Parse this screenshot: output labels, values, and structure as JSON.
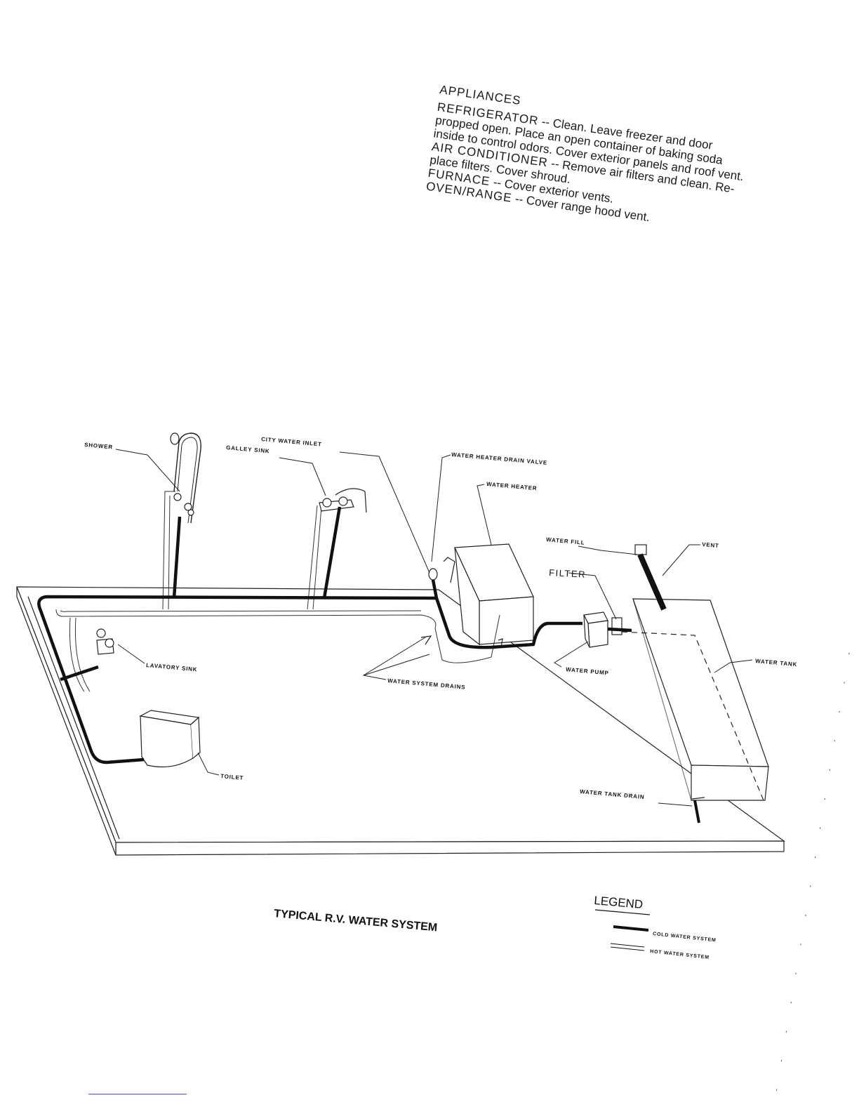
{
  "appliances": {
    "heading": "APPLIANCES",
    "lines": [
      {
        "head": "REFRIGERATOR",
        "text": " -- Clean. Leave freezer and door"
      },
      {
        "head": "",
        "text": "propped open. Place an open container of baking soda"
      },
      {
        "head": "",
        "text": "inside to control odors. Cover exterior panels and roof vent."
      },
      {
        "head": "AIR CONDITIONER",
        "text": " -- Remove air filters and clean. Re-"
      },
      {
        "head": "",
        "text": "place filters. Cover shroud."
      },
      {
        "head": "FURNACE",
        "text": " -- Cover exterior vents."
      },
      {
        "head": "OVEN/RANGE",
        "text": " -- Cover range hood vent."
      }
    ]
  },
  "diagram": {
    "title": "TYPICAL R.V. WATER SYSTEM",
    "labels": {
      "shower": "SHOWER",
      "galley_sink": "GALLEY SINK",
      "city_water_inlet": "CITY WATER INLET",
      "water_heater_drain_valve": "WATER HEATER DRAIN VALVE",
      "water_heater": "WATER HEATER",
      "water_fill": "WATER FILL",
      "vent": "VENT",
      "filter": "FILTER",
      "lavatory_sink": "LAVATORY SINK",
      "water_system_drains": "WATER SYSTEM DRAINS",
      "water_pump": "WATER PUMP",
      "water_tank": "WATER TANK",
      "toilet": "TOILET",
      "water_tank_drain": "WATER TANK DRAIN"
    },
    "legend": {
      "heading": "LEGEND",
      "cold": "COLD WATER SYSTEM",
      "hot": "HOT WATER SYSTEM"
    }
  }
}
